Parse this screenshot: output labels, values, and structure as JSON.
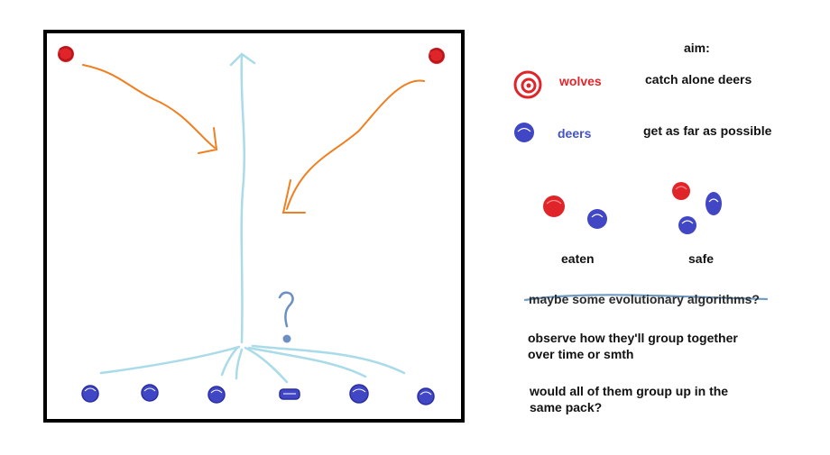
{
  "colors": {
    "wolf": "#e0252a",
    "deer": "#4046c4",
    "arrow_orange": "#f07f21",
    "flow_blue": "#a9dbe8",
    "question_mark": "#6d8fc4",
    "border": "#000000"
  },
  "legend": {
    "aim_label": "aim:",
    "wolves_label": "wolves",
    "wolves_aim": "catch alone deers",
    "deers_label": "deers",
    "deers_aim": "get as far as possible"
  },
  "examples": {
    "eaten_label": "eaten",
    "safe_label": "safe"
  },
  "notes": {
    "struck_idea": "maybe some evolutionary algorithms?",
    "observe_line1": "observe how they'll group together",
    "observe_line2": "over time or smth",
    "question_line1": "would all of them group up in the",
    "question_line2": "same pack?"
  },
  "diagram": {
    "question_mark": "?",
    "wolves_in_field": 2,
    "deers_in_field": 6
  }
}
